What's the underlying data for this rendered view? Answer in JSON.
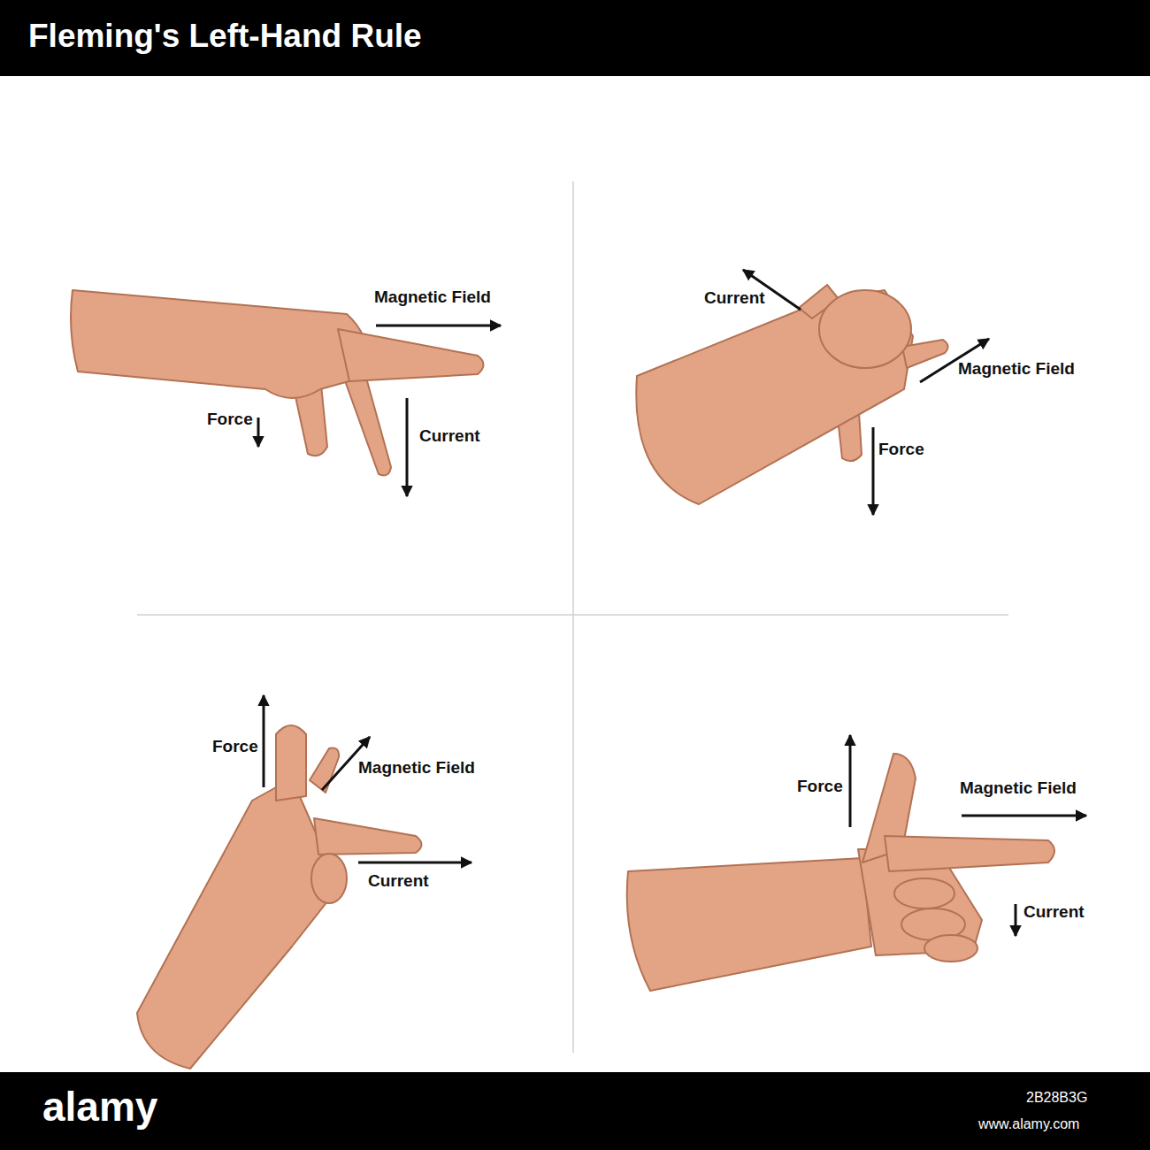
{
  "diagram": {
    "title": "Fleming's Left-Hand Rule",
    "labels": [
      "Magnetic Field",
      "Force",
      "Current",
      "Current",
      "Magnetic Field",
      "Force",
      "Force",
      "Magnetic Field",
      "Current",
      "Force",
      "Magnetic Field",
      "Current",
      "alamy",
      "2B28B3G",
      "www.alamy.com"
    ]
  }
}
